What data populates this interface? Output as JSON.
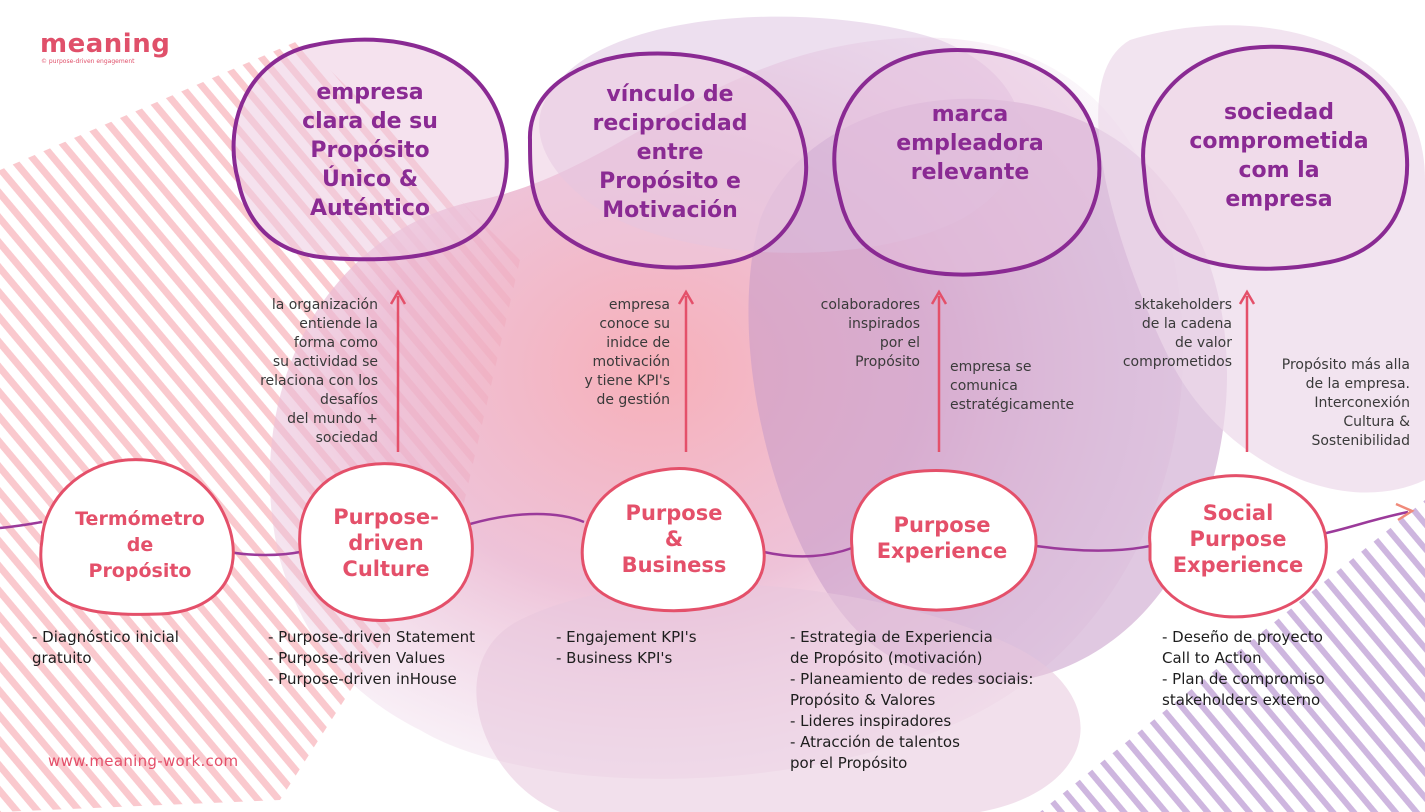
{
  "logo": {
    "wordmark": "meaning",
    "tagline": "© purpose-driven engagement"
  },
  "website": "www.meaning-work.com",
  "colors": {
    "coral": "#e4506a",
    "purple": "#8a2a93",
    "lavender": "#c7a7d6",
    "pink": "#f7b7bf"
  },
  "outcomes": [
    {
      "lines": [
        "empresa",
        "clara de su",
        "Propósito",
        "Único &",
        "Auténtico"
      ]
    },
    {
      "lines": [
        "vínculo de",
        "reciprocidad",
        "entre",
        "Propósito e",
        "Motivación"
      ]
    },
    {
      "lines": [
        "marca",
        "empleadora",
        "relevante"
      ]
    },
    {
      "lines": [
        "sociedad",
        "comprometida",
        "com la",
        "empresa"
      ]
    }
  ],
  "descriptions": [
    {
      "lines": [
        "la organización",
        "entiende la",
        "forma como",
        "su actividad se",
        "relaciona con los",
        "desafíos",
        "del mundo +",
        "sociedad"
      ]
    },
    {
      "lines": [
        "empresa",
        "conoce su",
        "inidce de",
        "motivación",
        "y tiene KPI's",
        "de gestión"
      ]
    },
    {
      "lines": [
        "colaboradores",
        "inspirados",
        "por el",
        "Propósito"
      ]
    },
    {
      "lines": [
        "empresa se",
        "comunica",
        "estratégicamente"
      ]
    },
    {
      "lines": [
        "sktakeholders",
        "de la cadena",
        "de valor",
        "comprometidos"
      ]
    },
    {
      "lines": [
        "Propósito más alla",
        "de la empresa.",
        "Interconexión",
        "Cultura &",
        "Sostenibilidad"
      ]
    }
  ],
  "stages": [
    {
      "lines": [
        "Termómetro",
        "de",
        "Propósito"
      ]
    },
    {
      "lines": [
        "Purpose-",
        "driven",
        "Culture"
      ]
    },
    {
      "lines": [
        "Purpose",
        "&",
        "Business"
      ]
    },
    {
      "lines": [
        "Purpose",
        "Experience"
      ]
    },
    {
      "lines": [
        "Social",
        "Purpose",
        "Experience"
      ]
    }
  ],
  "deliverables": [
    {
      "lines": [
        "- Diagnóstico inicial",
        "gratuito"
      ]
    },
    {
      "lines": [
        "- Purpose-driven Statement",
        "- Purpose-driven Values",
        "- Purpose-driven inHouse"
      ]
    },
    {
      "lines": [
        "- Engajement KPI's",
        "- Business KPI's"
      ]
    },
    {
      "lines": [
        "- Estrategia de Experiencia",
        "de Propósito (motivación)",
        "- Planeamiento de redes sociais:",
        "Propósito & Valores",
        "- Lideres inspiradores",
        "- Atracción de talentos",
        "por el Propósito"
      ]
    },
    {
      "lines": [
        "- Deseño de proyecto",
        "Call to Action",
        "- Plan de compromiso",
        "stakeholders externo"
      ]
    }
  ]
}
